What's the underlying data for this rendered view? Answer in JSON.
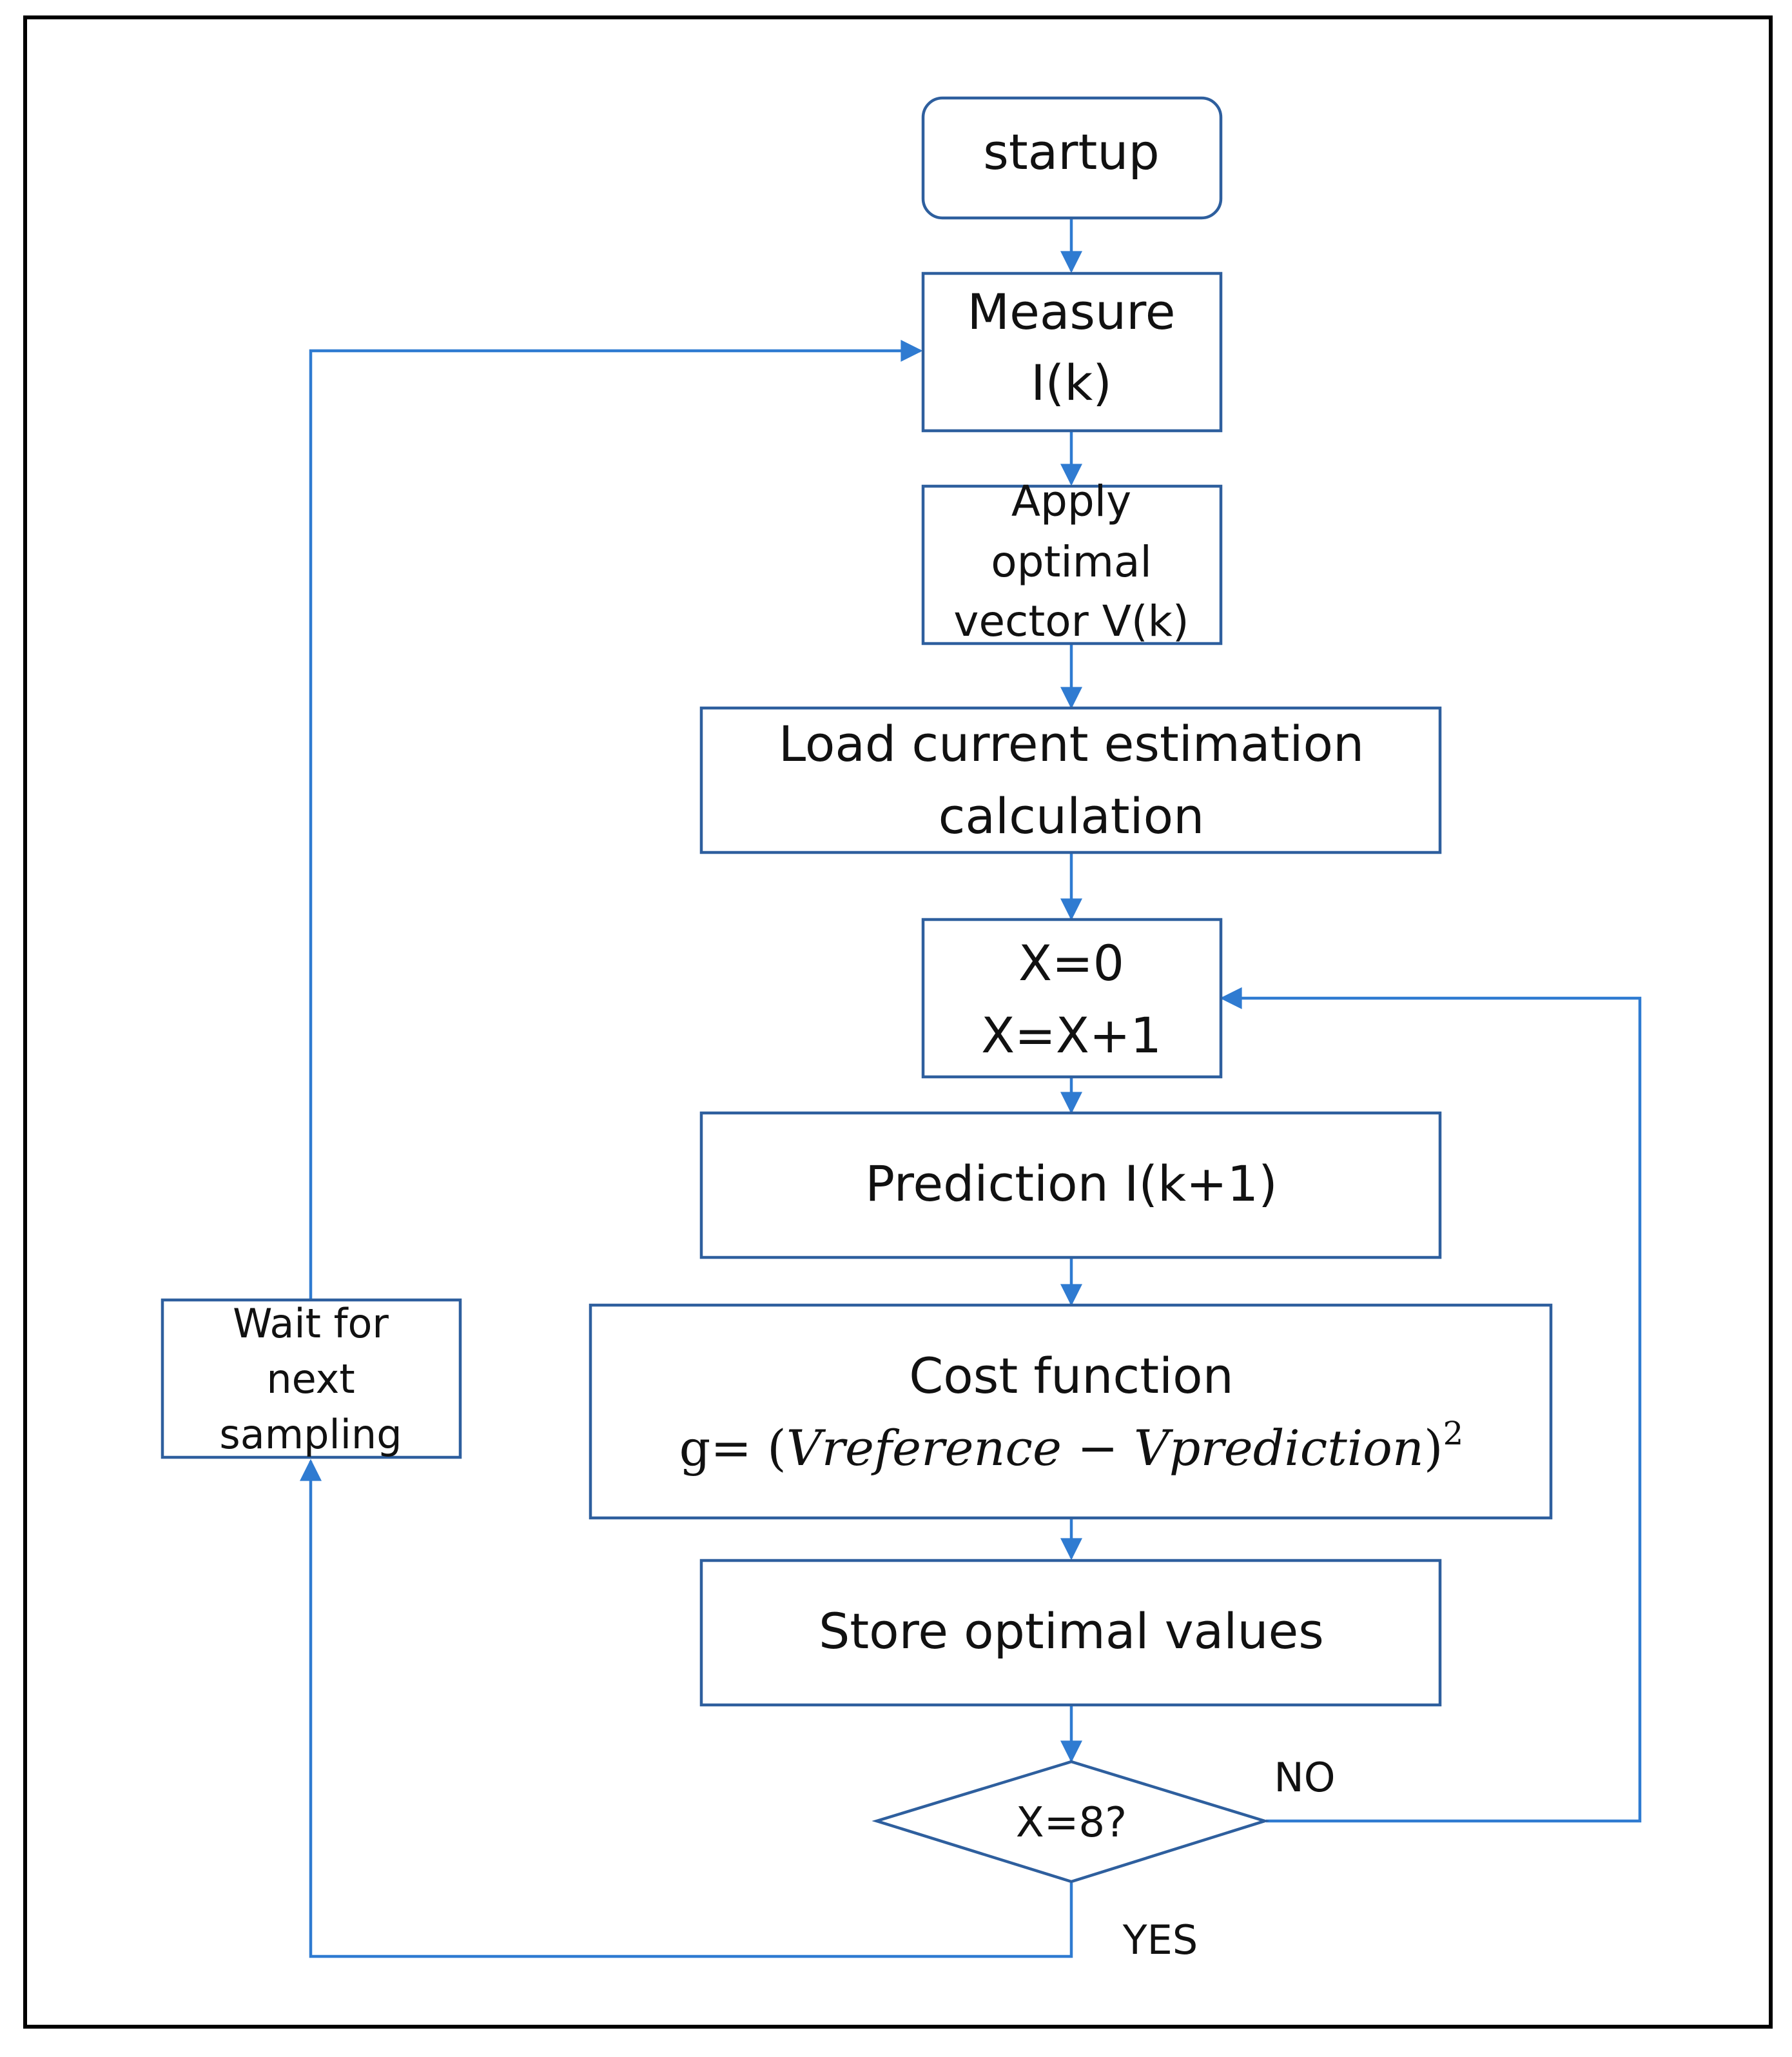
{
  "nodes": {
    "startup": "startup",
    "measure": [
      "Measure",
      "I(k)"
    ],
    "apply": [
      "Apply",
      "optimal",
      "vector V(k)"
    ],
    "load": [
      "Load current estimation",
      "calculation"
    ],
    "counter": [
      "X=0",
      "X=X+1"
    ],
    "prediction": "Prediction I(k+1)",
    "cost": {
      "title": "Cost function",
      "formula_prefix": "g= ",
      "open_paren": "(",
      "term1": "Vreference",
      "minus": " − ",
      "term2": "Vprediction",
      "close_paren": ")",
      "exponent": "2"
    },
    "store": "Store optimal values",
    "decision": "X=8?",
    "wait": [
      "Wait for",
      "next",
      "sampling"
    ]
  },
  "edge_labels": {
    "no": "NO",
    "yes": "YES"
  },
  "colors": {
    "box_border": "#2e5f9e",
    "connector": "#2f7bd1",
    "frame": "#000000",
    "text": "#111111"
  }
}
